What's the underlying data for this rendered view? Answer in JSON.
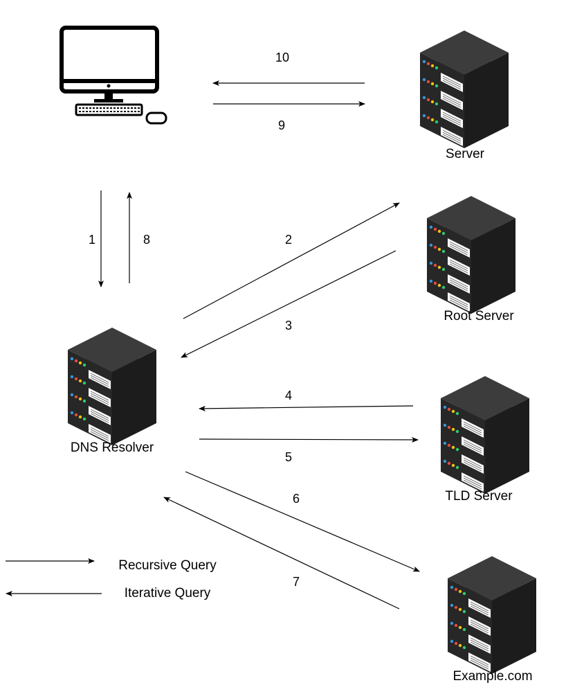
{
  "nodes": {
    "computer": {
      "label": ""
    },
    "server": {
      "label": "Server"
    },
    "root_server": {
      "label": "Root Server"
    },
    "dns_resolver": {
      "label": "DNS Resolver"
    },
    "tld_server": {
      "label": "TLD Server"
    },
    "example_server": {
      "label": "Example.com"
    }
  },
  "steps": {
    "s1": "1",
    "s2": "2",
    "s3": "3",
    "s4": "4",
    "s5": "5",
    "s6": "6",
    "s7": "7",
    "s8": "8",
    "s9": "9",
    "s10": "10"
  },
  "legend": {
    "recursive": "Recursive Query",
    "iterative": "Iterative Query"
  },
  "colors": {
    "server_top": "#3c3c3c",
    "server_left": "#272727",
    "server_right": "#1c1c1c",
    "panel": "#ffffff",
    "led_red": "#e74c3c",
    "led_yellow": "#f1c40f",
    "led_blue": "#3498db",
    "led_green": "#2ecc71"
  }
}
